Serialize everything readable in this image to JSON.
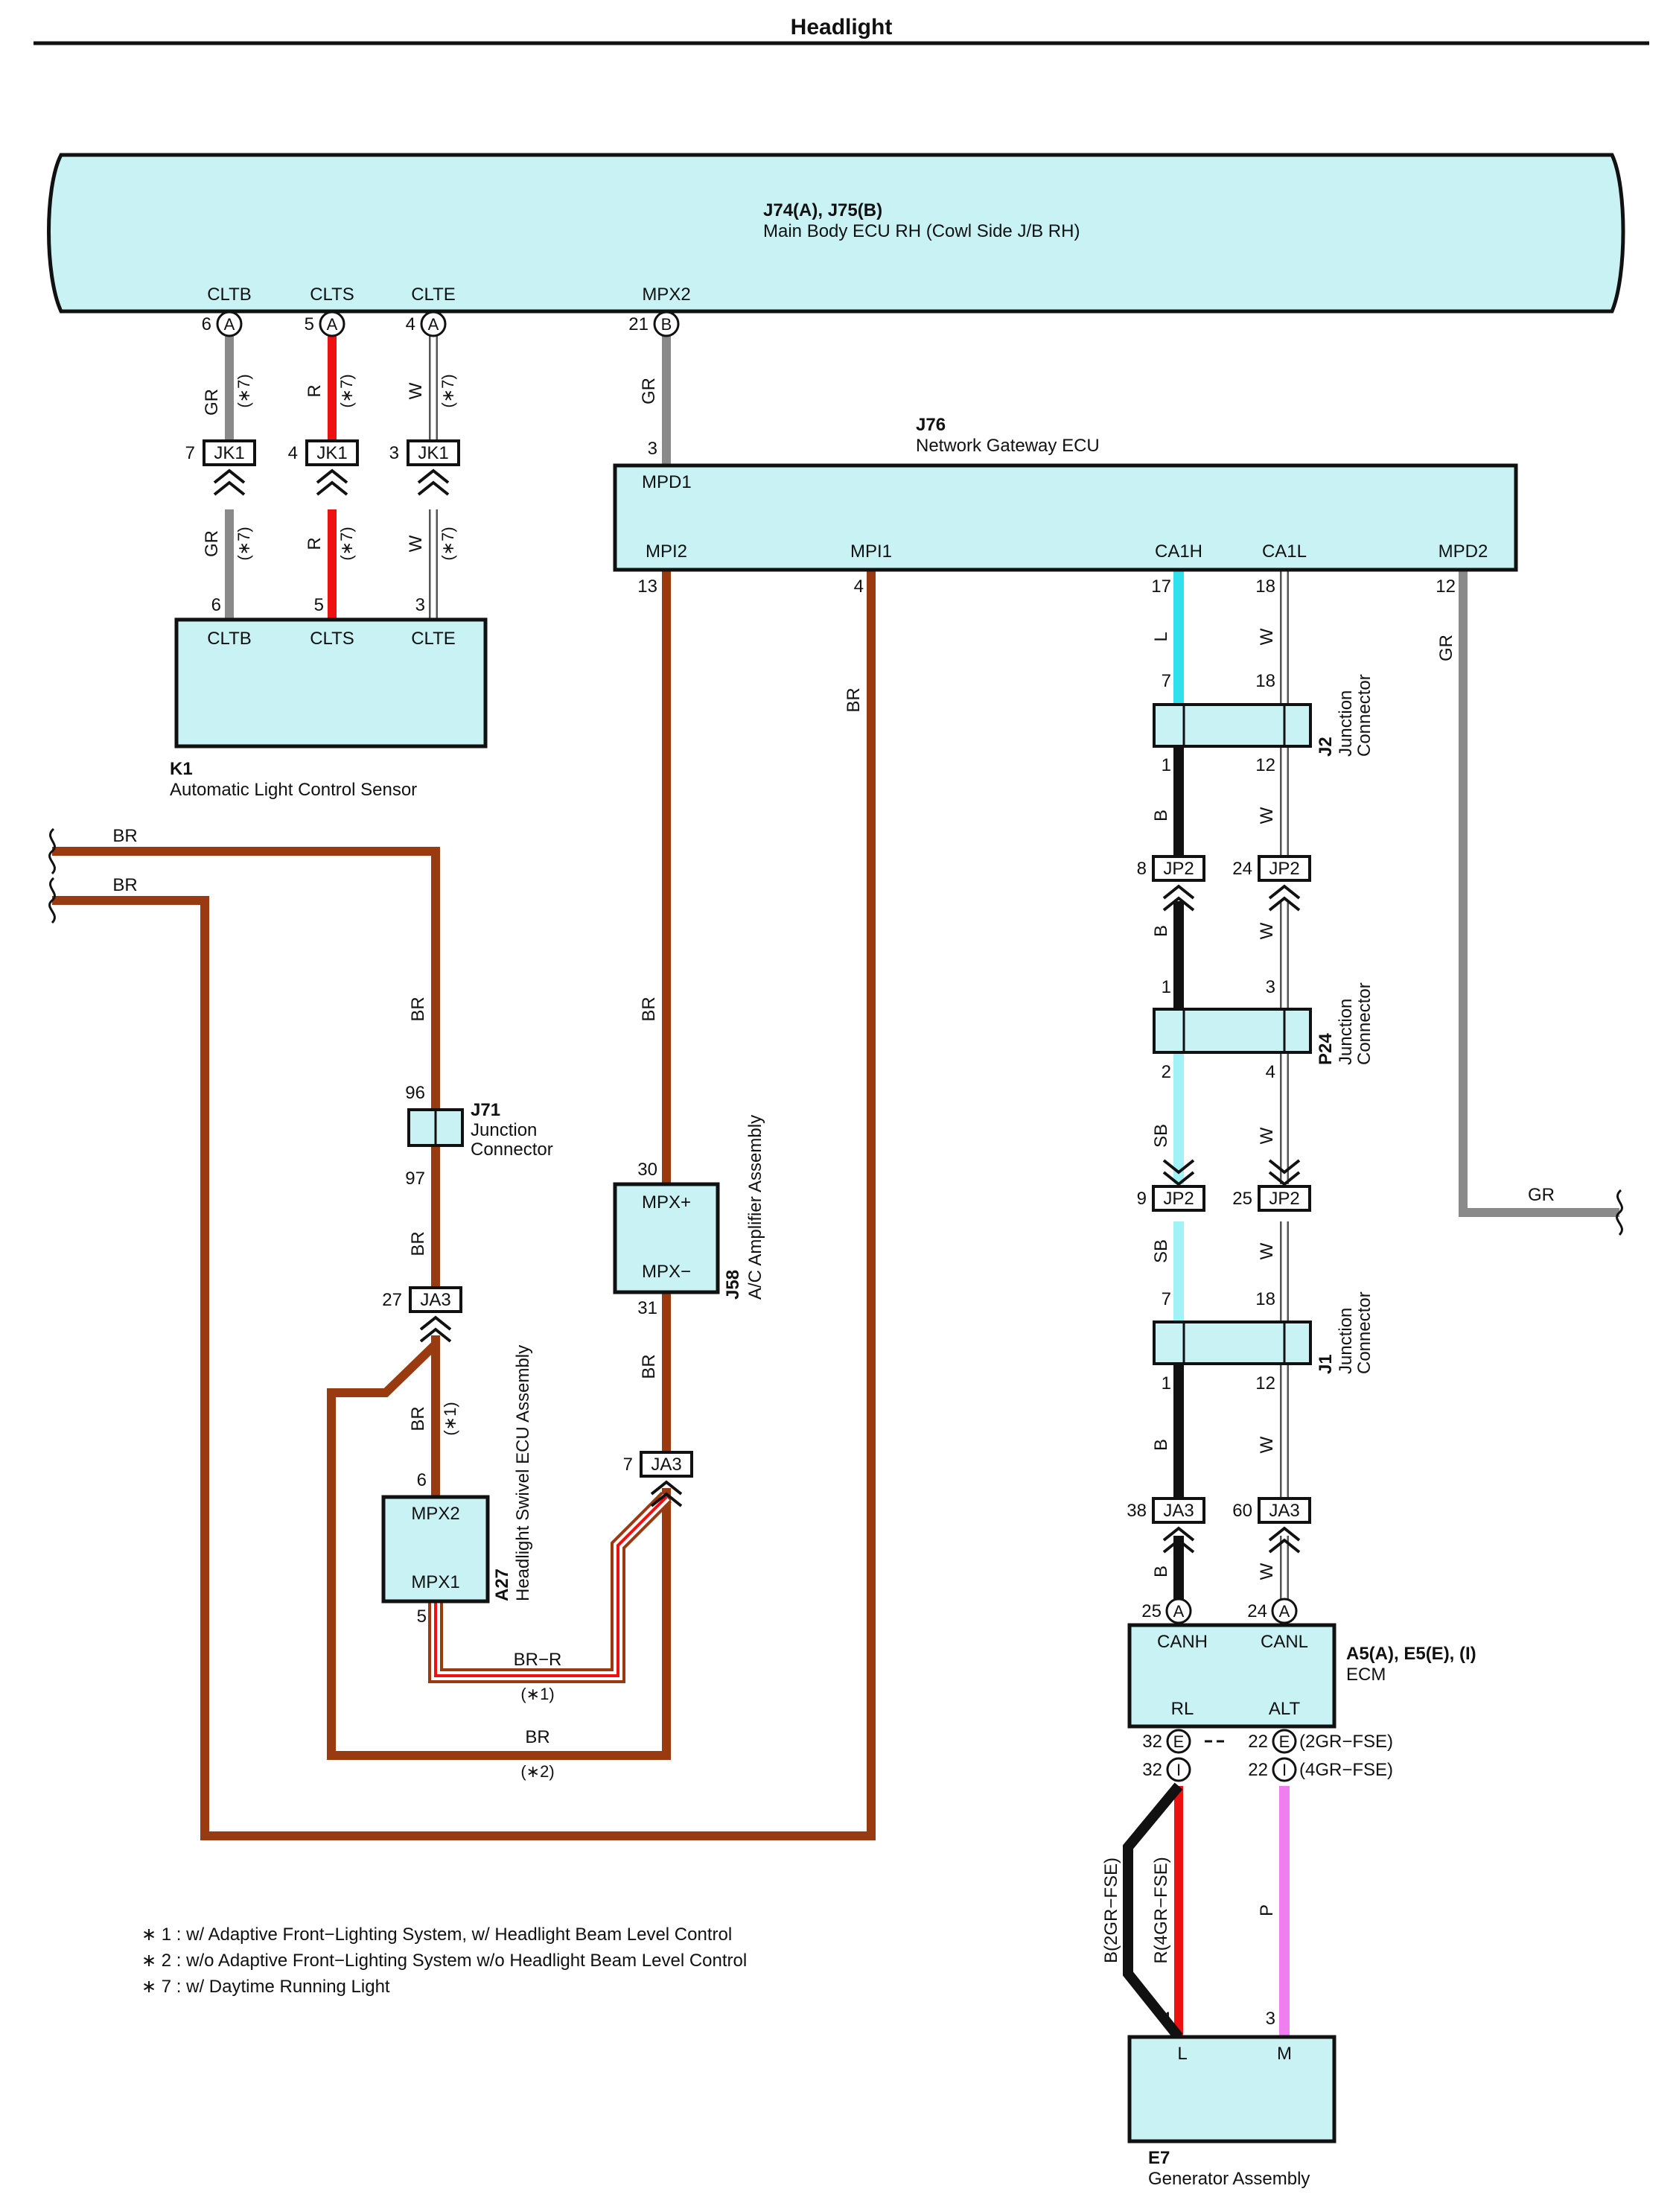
{
  "title": "Headlight",
  "colors": {
    "BR": "#9a3a10",
    "GR": "#8a8a8a",
    "R": "#ee1111",
    "W": "#ffffff",
    "L": "#2fe0ee",
    "SB": "#9ff2f6",
    "B": "#111111",
    "P": "#f07ef0",
    "ecu_fill": "#c9f2f4"
  },
  "components": {
    "main_body_ecu": {
      "id": "J74(A), J75(B)",
      "name": "Main Body ECU RH (Cowl Side J/B RH)",
      "pins": [
        "CLTB",
        "CLTS",
        "CLTE",
        "MPX2"
      ],
      "pin_numbers": [
        "6",
        "5",
        "4",
        "21"
      ],
      "pin_letters": [
        "A",
        "A",
        "A",
        "B"
      ]
    },
    "gateway": {
      "id": "J76",
      "name": "Network Gateway ECU",
      "pins": {
        "mpd1": "MPD1",
        "mpi2": "MPI2",
        "mpi1": "MPI1",
        "ca1h": "CA1H",
        "ca1l": "CA1L",
        "mpd2": "MPD2"
      },
      "pin_numbers": {
        "mpd1": "3",
        "mpi2": "13",
        "mpi1": "4",
        "ca1h": "17",
        "ca1l": "18",
        "mpd2": "12"
      }
    },
    "light_sensor": {
      "id": "K1",
      "name": "Automatic Light Control Sensor",
      "pins": [
        "CLTB",
        "CLTS",
        "CLTE"
      ],
      "pin_numbers": [
        "6",
        "5",
        "3"
      ]
    },
    "jk1": {
      "label": "JK1",
      "pins": [
        "7",
        "4",
        "3"
      ]
    },
    "j71": {
      "id": "J71",
      "name_line1": "Junction",
      "name_line2": "Connector",
      "pin_top": "96",
      "pin_bottom": "97"
    },
    "ja3_left": {
      "label": "JA3",
      "pin": "27"
    },
    "ja3_mid": {
      "label": "JA3",
      "pin": "7"
    },
    "swivel": {
      "id": "A27",
      "name": "Headlight Swivel ECU Assembly",
      "pins": [
        "MPX2",
        "MPX1"
      ],
      "pin_numbers": [
        "6",
        "5"
      ]
    },
    "ac_amp": {
      "id": "J58",
      "name": "A/C Amplifier Assembly",
      "pins": [
        "MPX+",
        "MPX−"
      ],
      "pin_numbers": [
        "30",
        "31"
      ]
    },
    "j2": {
      "id": "J2",
      "name_line1": "Junction",
      "name_line2": "Connector",
      "pins": [
        "7",
        "18",
        "1",
        "12"
      ]
    },
    "jp2_top": {
      "label": "JP2",
      "pins": [
        "8",
        "24"
      ]
    },
    "p24": {
      "id": "P24",
      "name_line1": "Junction",
      "name_line2": "Connector",
      "pins": [
        "1",
        "3",
        "2",
        "4"
      ]
    },
    "jp2_bottom": {
      "label": "JP2",
      "pins": [
        "9",
        "25"
      ]
    },
    "j1": {
      "id": "J1",
      "name_line1": "Junction",
      "name_line2": "Connector",
      "pins": [
        "7",
        "18",
        "1",
        "12"
      ]
    },
    "ja3_right": {
      "label": "JA3",
      "pins": [
        "38",
        "60"
      ]
    },
    "ecm": {
      "id": "A5(A), E5(E), (I)",
      "name": "ECM",
      "pins": [
        "CANH",
        "CANL",
        "RL",
        "ALT"
      ],
      "pin_numbers": [
        "25",
        "24",
        "32",
        "22",
        "32",
        "22"
      ],
      "pin_letters": [
        "A",
        "A",
        "E",
        "E",
        "I",
        "I"
      ],
      "variants": [
        "(2GR−FSE)",
        "(4GR−FSE)"
      ]
    },
    "generator": {
      "id": "E7",
      "name": "Generator Assembly",
      "pins": [
        "L",
        "M"
      ],
      "pin_numbers": [
        "4",
        "3"
      ]
    }
  },
  "wire_labels": {
    "gr": "GR",
    "r": "R",
    "w": "W",
    "br": "BR",
    "l": "L",
    "b": "B",
    "sb": "SB",
    "p": "P",
    "br_r": "BR−R",
    "note1": "(∗1)",
    "note2": "(∗2)",
    "note7": "(∗7)",
    "b_2gr": "B(2GR−FSE)",
    "r_4gr": "R(4GR−FSE)"
  },
  "notes": [
    "∗ 1 : w/ Adaptive Front−Lighting System,  w/ Headlight Beam Level Control",
    "∗ 2 : w/o Adaptive Front−Lighting System w/o Headlight Beam Level Control",
    "∗ 7 : w/ Daytime Running Light"
  ]
}
